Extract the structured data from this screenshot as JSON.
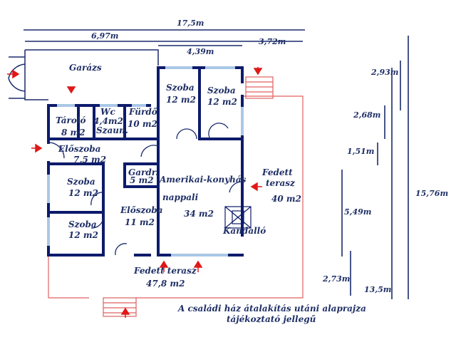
{
  "dimensions": {
    "total_width": "17,5m",
    "garage_width": "6,97m",
    "mid_width": "4,39m",
    "right_width": "3,72m",
    "v1": "2,93m",
    "v2": "2,68m",
    "v3": "1,51m",
    "v4": "5,49m",
    "v5": "2,73m",
    "v6": "13,5m",
    "v7": "15,76m"
  },
  "rooms": {
    "garage": "Garázs",
    "bedroom_top1": "Szoba",
    "bedroom_top1_area": "12 m2",
    "bedroom_top2": "Szoba",
    "bedroom_top2_area": "12 m2",
    "storage": "Tároló",
    "storage_area": "8 m2",
    "wc": "Wc",
    "wc_area": "4,4m2",
    "sauna": "Szaun.",
    "bath": "Fürdő",
    "bath_area": "10 m2",
    "hall1": "Előszoba",
    "hall1_area": "7,5 m2",
    "wardrobe": "Gardr.",
    "wardrobe_area": "5 m2",
    "living1": "Amerikai-konyhás",
    "living2": "nappali",
    "living_area": "34 m2",
    "terrace_r1": "Fedett",
    "terrace_r2": "terasz",
    "terrace_r_area": "40 m2",
    "bedroom_mid": "Szoba",
    "bedroom_mid_area": "12 m2",
    "hall2": "Előszoba",
    "hall2_area": "11 m2",
    "bedroom_low": "Szoba",
    "bedroom_low_area": "12 m2",
    "fireplace": "Kandalló",
    "terrace_b": "Fedett terasz",
    "terrace_b_area": "47,8 m2"
  },
  "caption": {
    "line1": "A családi ház átalakítás utáni alaprajza",
    "line2": "tájékoztató jellegű"
  },
  "colors": {
    "wall": "#0d1b6b",
    "window": "#a9c8e6",
    "terrace": "#e06060",
    "arrow": "#e01818",
    "text": "#1f2f66"
  }
}
